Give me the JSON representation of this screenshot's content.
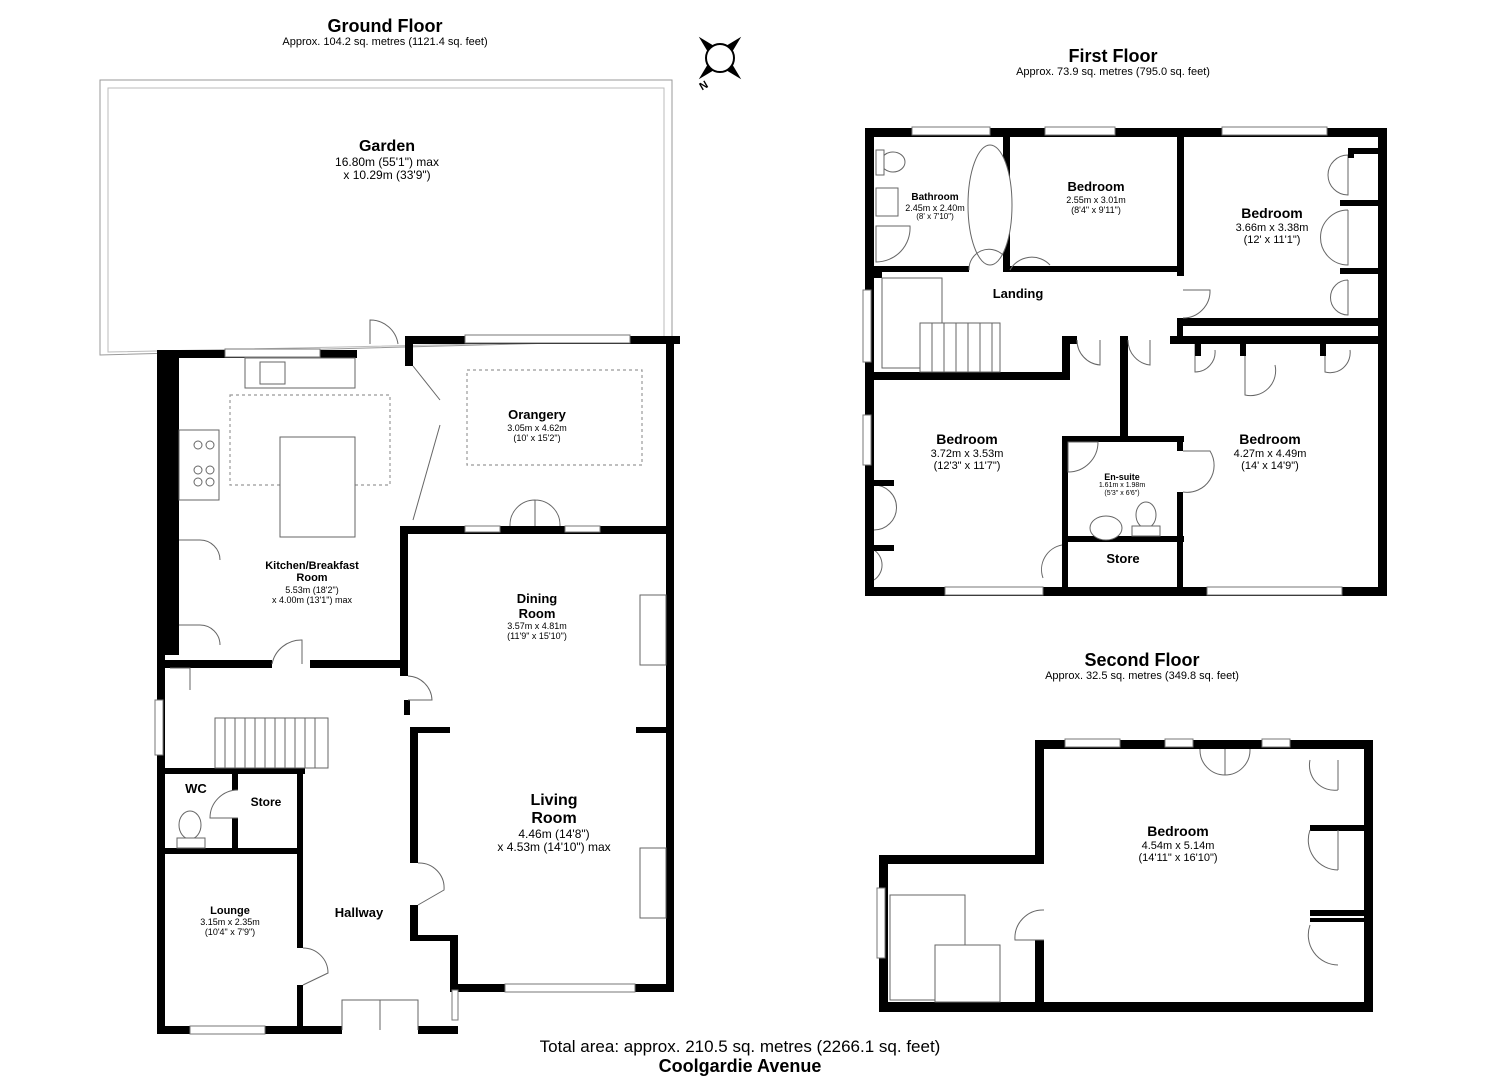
{
  "ground_floor": {
    "title": "Ground Floor",
    "area": "Approx. 104.2 sq. metres (1121.4 sq. feet)",
    "rooms": {
      "garden": {
        "name": "Garden",
        "dim1": "16.80m (55'1\") max",
        "dim2": "x 10.29m (33'9\")"
      },
      "kitchen": {
        "name1": "Kitchen/Breakfast",
        "name2": "Room",
        "dim1": "5.53m (18'2\")",
        "dim2": "x 4.00m (13'1\") max"
      },
      "orangery": {
        "name": "Orangery",
        "dim1": "3.05m x 4.62m",
        "dim2": "(10' x 15'2\")"
      },
      "dining": {
        "name1": "Dining",
        "name2": "Room",
        "dim1": "3.57m x 4.81m",
        "dim2": "(11'9\" x 15'10\")"
      },
      "living": {
        "name1": "Living",
        "name2": "Room",
        "dim1": "4.46m (14'8\")",
        "dim2": "x 4.53m (14'10\") max"
      },
      "wc": {
        "name": "WC"
      },
      "store": {
        "name": "Store"
      },
      "lounge": {
        "name": "Lounge",
        "dim1": "3.15m x 2.35m",
        "dim2": "(10'4\" x 7'9\")"
      },
      "hallway": {
        "name": "Hallway"
      }
    }
  },
  "first_floor": {
    "title": "First Floor",
    "area": "Approx. 73.9 sq. metres (795.0 sq. feet)",
    "rooms": {
      "bathroom": {
        "name": "Bathroom",
        "dim1": "2.45m x 2.40m",
        "dim2": "(8' x 7'10\")"
      },
      "bedroom_small": {
        "name": "Bedroom",
        "dim1": "2.55m x 3.01m",
        "dim2": "(8'4\" x 9'11\")"
      },
      "bedroom_ne": {
        "name": "Bedroom",
        "dim1": "3.66m x 3.38m",
        "dim2": "(12' x 11'1\")"
      },
      "landing": {
        "name": "Landing"
      },
      "bedroom_sw": {
        "name": "Bedroom",
        "dim1": "3.72m x 3.53m",
        "dim2": "(12'3\" x 11'7\")"
      },
      "ensuite": {
        "name": "En-suite",
        "dim1": "1.61m x 1.98m",
        "dim2": "(5'3\" x 6'6\")"
      },
      "bedroom_se": {
        "name": "Bedroom",
        "dim1": "4.27m x 4.49m",
        "dim2": "(14' x 14'9\")"
      },
      "store": {
        "name": "Store"
      }
    }
  },
  "second_floor": {
    "title": "Second Floor",
    "area": "Approx. 32.5 sq. metres (349.8 sq. feet)",
    "rooms": {
      "bedroom": {
        "name": "Bedroom",
        "dim1": "4.54m x 5.14m",
        "dim2": "(14'11\" x 16'10\")"
      }
    }
  },
  "compass": {
    "label": "N"
  },
  "footer": {
    "total_area": "Total area: approx. 210.5 sq. metres (2266.1 sq. feet)",
    "property_name": "Coolgardie Avenue"
  },
  "colors": {
    "wall": "#000000",
    "background": "#ffffff",
    "fixture": "#555555"
  }
}
